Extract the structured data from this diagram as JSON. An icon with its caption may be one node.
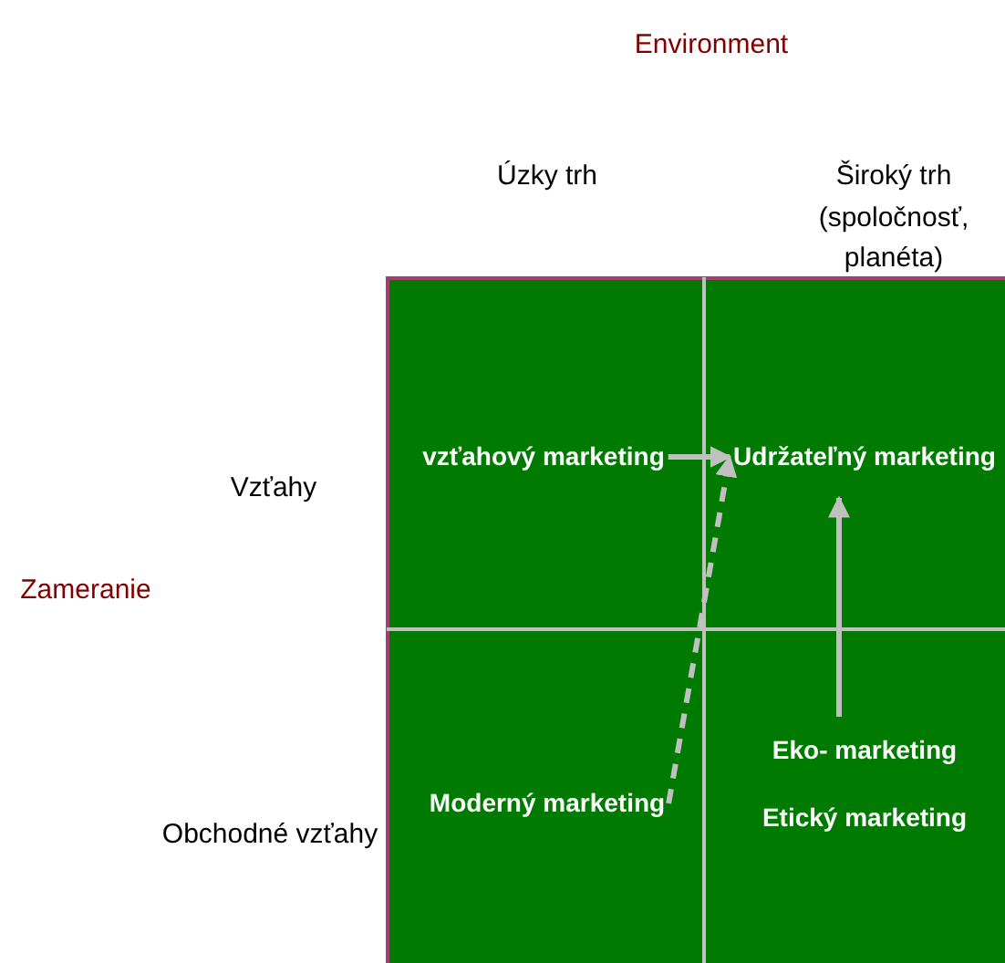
{
  "diagram": {
    "nodes": [
      {
        "text": [
          "vzťahový marketing"
        ]
      },
      {
        "text": [
          "Udržateľný marketing"
        ]
      },
      {
        "text": [
          "Moderný marketing"
        ]
      },
      {
        "text": [
          "Eko- marketing",
          "Etický marketing"
        ]
      }
    ],
    "edges": [
      {
        "from": 0,
        "to": 1,
        "arrow": "to"
      },
      {
        "from": 2,
        "to": 1,
        "arrow": "to",
        "style": "dashed"
      },
      {
        "from": 3,
        "to": 1,
        "arrow": "to"
      }
    ],
    "labels": [
      "Environment",
      "Úzky trh",
      "Široký trh (spoločnosť, planéta)",
      "Vzťahy",
      "Zameranie",
      "Obchodné vzťahy"
    ]
  }
}
